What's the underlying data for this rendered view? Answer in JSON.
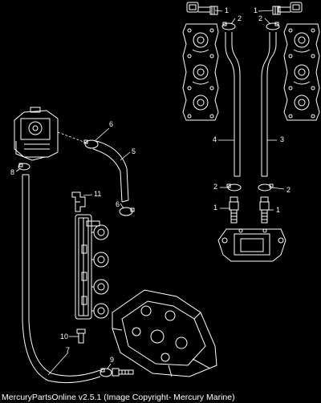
{
  "diagram": {
    "background": "#000000",
    "line_color": "#ffffff",
    "callouts": [
      "1",
      "2",
      "1",
      "2",
      "4",
      "3",
      "2",
      "2",
      "1",
      "1",
      "6",
      "5",
      "8",
      "11",
      "6",
      "10",
      "9",
      "7"
    ]
  },
  "footer": {
    "copyright": "MercuryPartsOnline v2.5.1 (Image Copyright- Mercury Marine)"
  }
}
